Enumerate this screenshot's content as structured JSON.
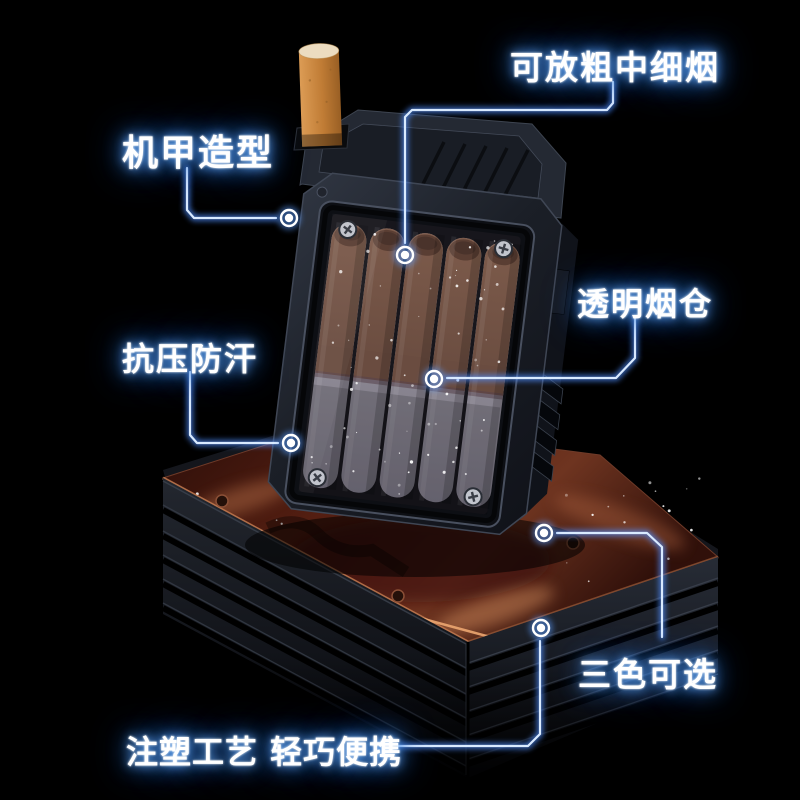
{
  "callouts": [
    {
      "id": "capacity",
      "label": "可放粗中细烟"
    },
    {
      "id": "mech",
      "label": "机甲造型"
    },
    {
      "id": "pressure",
      "label": "抗压防汗"
    },
    {
      "id": "window",
      "label": "透明烟仓"
    },
    {
      "id": "colors",
      "label": "三色可选"
    },
    {
      "id": "molding",
      "label": "注塑工艺 轻巧便携"
    }
  ],
  "colors": {
    "background": "#000000",
    "label_text": "#ffffff",
    "label_glow": "#3f8cff",
    "callout_line": "#d9eaff",
    "cigarette_tip": "#c98440",
    "tobacco": "#6f5245",
    "filter": "#908c97",
    "case_body": "#1d212a",
    "base_plate_copper": "#8a4a32"
  }
}
